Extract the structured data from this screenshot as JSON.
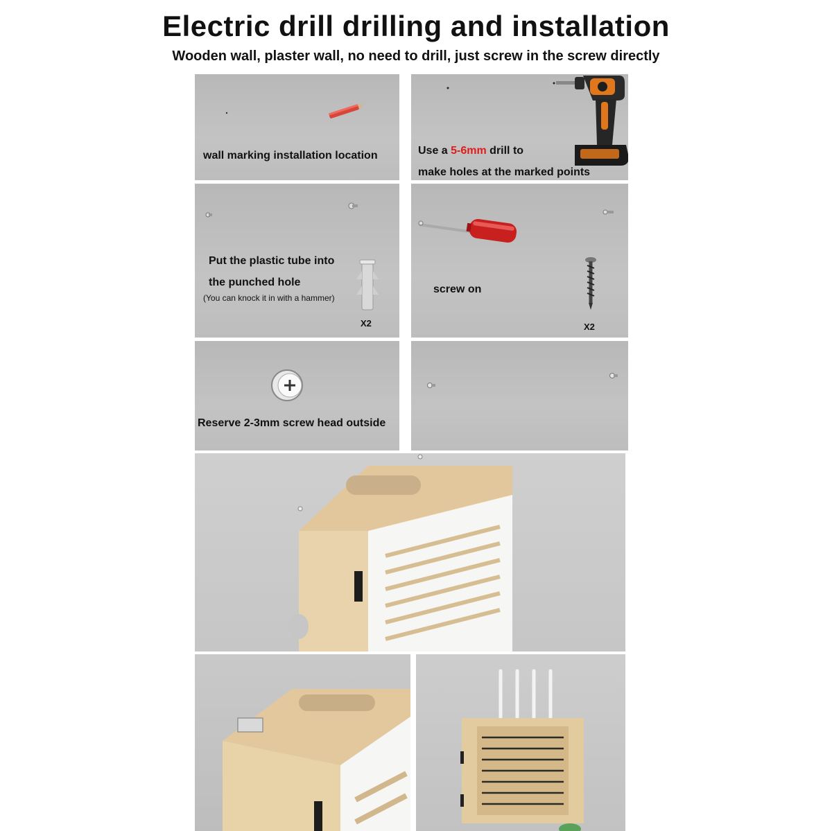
{
  "header": {
    "title": "Electric drill drilling and installation",
    "subtitle": "Wooden wall, plaster wall, no need to drill, just screw in the screw directly"
  },
  "steps": {
    "mark": {
      "text": "wall marking installation location"
    },
    "drill": {
      "line1_pre": "Use a ",
      "line1_red": "5-6mm",
      "line1_post": " drill to",
      "line2": "make holes at the marked points"
    },
    "tube": {
      "line1": "Put the plastic tube into",
      "line2": "the punched hole",
      "note": "(You can knock it in with a hammer)",
      "qty": "X2"
    },
    "screw": {
      "text": "screw on",
      "qty": "X2"
    },
    "reserve": {
      "text": "Reserve 2-3mm screw head outside"
    }
  },
  "colors": {
    "accent_red": "#e01b1b",
    "wall_gray": "#bebebe",
    "wood": "#e4cfa6",
    "white_board": "#f6f6f4"
  }
}
